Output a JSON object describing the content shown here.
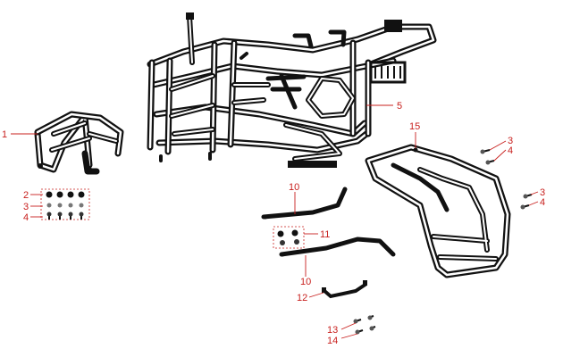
{
  "diagram": {
    "callouts": {
      "c1": "1",
      "c2": "2",
      "c3a": "3",
      "c4a": "4",
      "c3b": "3",
      "c4b": "4",
      "c3c": "3",
      "c4c": "4",
      "c5": "5",
      "c10a": "10",
      "c10b": "10",
      "c11": "11",
      "c12": "12",
      "c13": "13",
      "c14": "14",
      "c15": "15"
    },
    "colors": {
      "callout": "#c8201e",
      "part": "#111111",
      "background": "#ffffff"
    }
  }
}
